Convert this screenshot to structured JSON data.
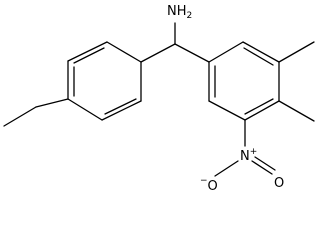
{
  "molecule": {
    "amine_group": {
      "element": "N",
      "hydrogens": "H",
      "hydrogen_count": "2"
    },
    "nitro_nitrogen": {
      "element": "N",
      "charge": "+"
    },
    "nitro_oxygen_single": {
      "element": "O",
      "charge": "−"
    },
    "nitro_oxygen_double": {
      "element": "O"
    }
  },
  "colors": {
    "bond": "#000000",
    "text": "#000000",
    "background": "#ffffff"
  }
}
